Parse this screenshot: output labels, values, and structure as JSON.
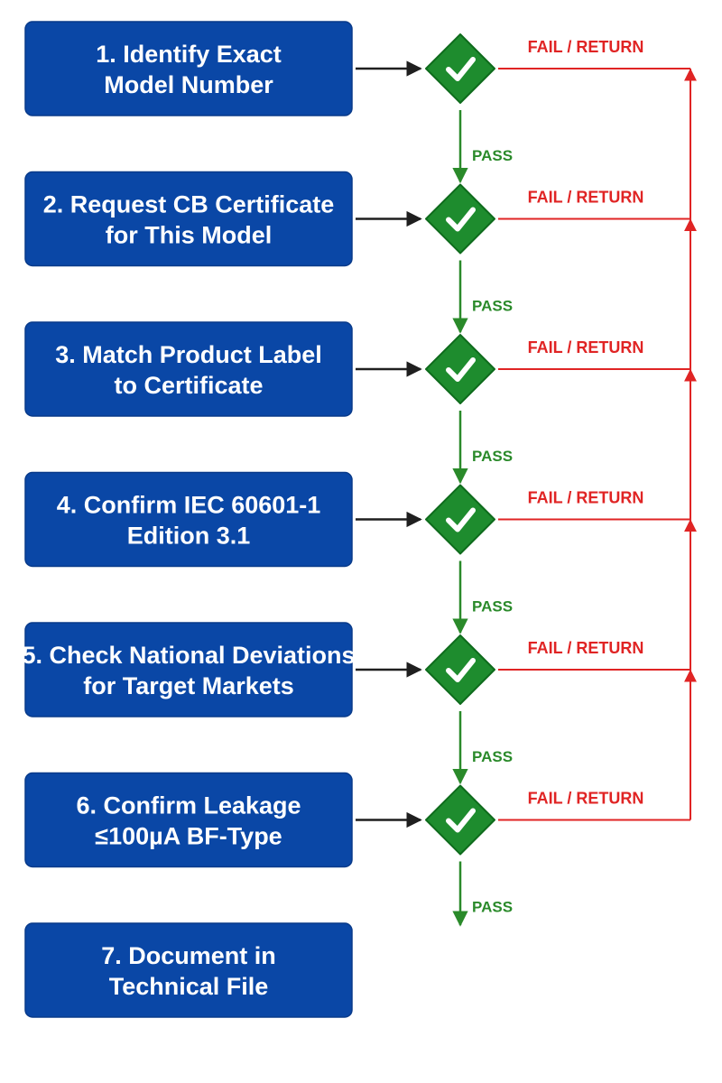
{
  "steps": [
    {
      "lines": [
        "1. Identify Exact",
        "Model Number"
      ]
    },
    {
      "lines": [
        "2. Request CB Certificate",
        "for This Model"
      ]
    },
    {
      "lines": [
        "3. Match Product Label",
        "to Certificate"
      ]
    },
    {
      "lines": [
        "4. Confirm IEC 60601-1",
        "Edition 3.1"
      ]
    },
    {
      "lines": [
        "5. Check National Deviations",
        "for Target Markets"
      ]
    },
    {
      "lines": [
        "6. Confirm Leakage",
        "≤100µA BF-Type"
      ]
    },
    {
      "lines": [
        "7. Document in",
        "Technical File"
      ]
    }
  ],
  "decision": {
    "pass_label": "PASS",
    "fail_label": "FAIL / RETURN",
    "icon": "checkmark-icon"
  },
  "colors": {
    "step_fill": "#0a47a6",
    "step_border": "#083a8a",
    "decision_fill": "#1e8c2e",
    "decision_border": "#0e6b1c",
    "pass": "#2a8a2a",
    "fail": "#e02424",
    "connector": "#1f1f1f"
  }
}
